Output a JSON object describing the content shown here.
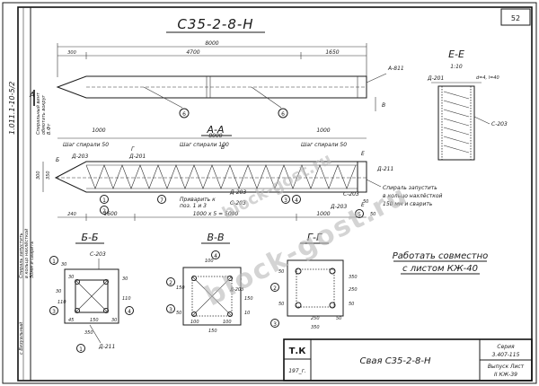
{
  "sheet": {
    "number": "52",
    "side_ref": "1.011.1-10-5/2",
    "title": "С35-2-8-Н",
    "stamp_code": "Т.К",
    "stamp_date": "197_г.",
    "caption": "Свая С35-2-8-Н",
    "series_label": "Серия",
    "series_code": "3.407-115",
    "issue_label": "Выпуск Лист",
    "issue_values": "II   КЖ-39"
  },
  "view_aa": {
    "title": "А-А",
    "dim_total": "8000",
    "dim_left": "300",
    "dim_mid": "4700",
    "dim_right": "1650",
    "label_a": "А-811",
    "label_b": "В",
    "callout_a": "6",
    "callout_b": "6"
  },
  "side_note_left": {
    "line1": "Спиральный винт",
    "line2": "обмотать вокруг",
    "line3": "В.Фт"
  },
  "section_ee": {
    "title": "Е-Е",
    "scale": "1:10",
    "label_top": "Д-201",
    "label_bar": "d=4, l=40",
    "label_right": "С-203"
  },
  "main_view": {
    "label_a": "А",
    "label_b": "Б",
    "label_v": "В",
    "label_g": "Г",
    "dim_total": "8000",
    "dim_left": "1000",
    "dim_right": "1000",
    "spiral_left": "Шаг спирали 50",
    "spiral_mid": "Шаг спирали 100",
    "spiral_right": "Шаг спирали 50",
    "label_d203": "Д-203",
    "label_d201": "Д-201",
    "label_d211": "Д-211",
    "label_s203": "С-203",
    "label_d203b": "Д-203",
    "label_d203c": "Д-203",
    "label_s203b": "С-203",
    "note_bottom_l1": "Приварить к",
    "note_bottom_l2": "поз. 1 и 3",
    "dim_bottom_1": "240",
    "dim_bottom_2": "1600",
    "dim_bottom_3": "1000 х 5 = 5000",
    "dim_bottom_4": "1000",
    "dim_bottom_5": "50",
    "dim_bottom_6": "50",
    "callout_1": "1",
    "callout_2": "2",
    "callout_3": "3",
    "callout_4": "4",
    "callout_5": "5",
    "callout_7": "7",
    "label_e": "Е",
    "label_e2": "Е",
    "dim_height": "300",
    "left_dim": "350"
  },
  "note_spiral": {
    "line1": "Спираль запустить",
    "line2": "в кольцо нахлёсткой",
    "line3": "150 мм и сварить"
  },
  "side_note_bottom": {
    "line1": "Спираль запустить",
    "line2": "в кольцо нахлёсткой",
    "line3": "50мм и сварить",
    "line4": "с Визуальный"
  },
  "section_bb": {
    "title": "Б-Б",
    "label_s203": "С-203",
    "label_d211": "Д-211",
    "dims": [
      "30",
      "30",
      "30",
      "110",
      "110",
      "30",
      "350",
      "150",
      "45",
      "30"
    ],
    "callouts": [
      "1",
      "3",
      "4",
      "1"
    ]
  },
  "section_vv": {
    "title": "В-В",
    "label_d": "Д-203",
    "dims": [
      "100",
      "150",
      "150",
      "100",
      "100",
      "150",
      "50",
      "10"
    ],
    "callouts": [
      "2",
      "3",
      "4"
    ]
  },
  "section_gg": {
    "title": "Г-Г",
    "dims": [
      "350",
      "250",
      "50",
      "50",
      "50",
      "350",
      "250",
      "50"
    ],
    "callouts": [
      "2",
      "3"
    ]
  },
  "remark": {
    "line1": "Работать совместно",
    "line2": "с листом КЖ-40"
  },
  "watermark": {
    "text": "block-gost.ru"
  }
}
